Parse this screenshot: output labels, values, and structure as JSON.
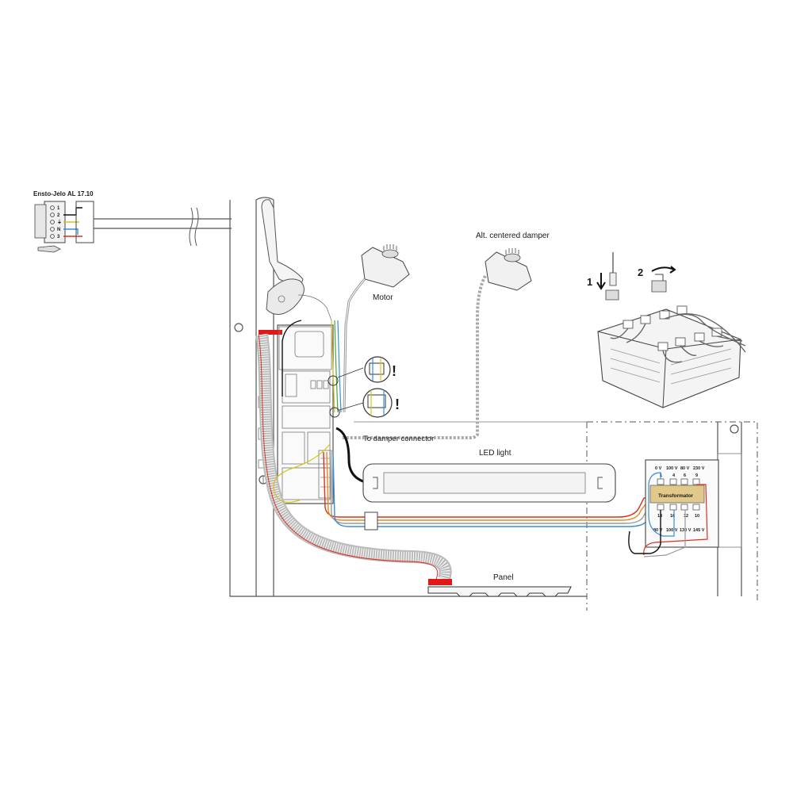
{
  "labels": {
    "thermostat": "Ensto-Jelo AL 17.10",
    "motor": "Motor",
    "alt_damper": "Alt. centered damper",
    "damper_connector": "To damper connector",
    "led_light": "LED light",
    "panel": "Panel",
    "transformer": "Transformator",
    "warning_1": "!",
    "warning_2": "!",
    "step_1": "1",
    "step_2": "2"
  },
  "terminal_block": {
    "terminals": [
      "1",
      "2",
      "⏚",
      "N",
      "3"
    ]
  },
  "transformer": {
    "top_voltages": [
      "0 V",
      "100 V",
      "80 V",
      "230 V"
    ],
    "top_pins": [
      "1",
      "4",
      "6",
      "9"
    ],
    "bottom_pins": [
      "18",
      "16",
      "12",
      "10"
    ],
    "bottom_voltages": [
      "80 V",
      "100 V",
      "130 V",
      "145 V"
    ]
  },
  "colors": {
    "wire_red": "#d9311f",
    "wire_blue": "#3a8ed6",
    "wire_yellow": "#d7c41a",
    "wire_green": "#4aa33a",
    "wire_grey": "#9a9a9a",
    "wire_black": "#111111",
    "connector_red": "#e01818"
  }
}
